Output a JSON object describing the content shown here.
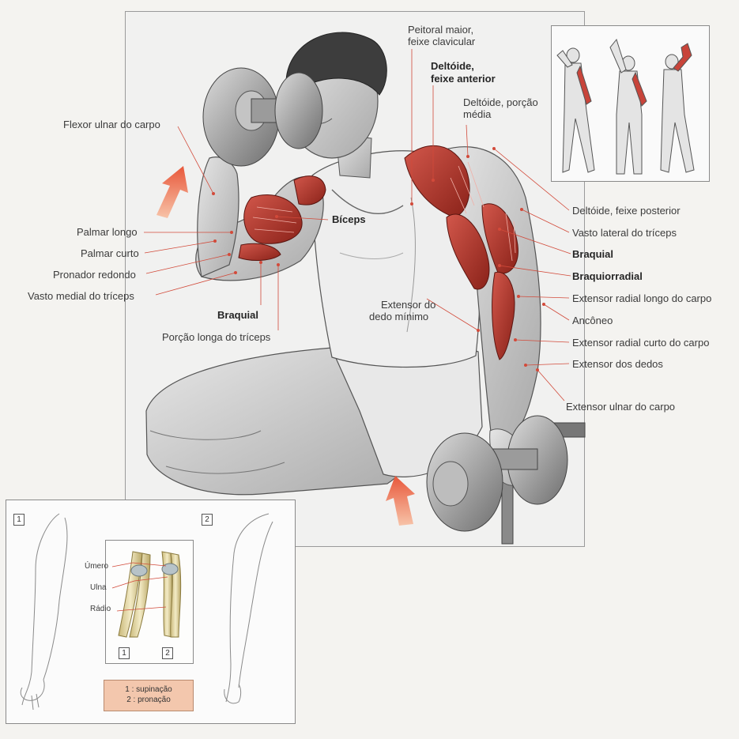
{
  "labels": {
    "flexor_ulnar": "Flexor ulnar do carpo",
    "palmar_longo": "Palmar longo",
    "palmar_curto": "Palmar curto",
    "pronador": "Pronador redondo",
    "vasto_medial": "Vasto medial do tríceps",
    "braquial_left": "Braquial",
    "porcao_longa": "Porção longa do tríceps",
    "biceps": "Bíceps",
    "peitoral_1": "Peitoral maior,",
    "peitoral_2": "feixe clavicular",
    "deltoide_ant_1": "Deltóide,",
    "deltoide_ant_2": "feixe anterior",
    "deltoide_med_1": "Deltóide, porção",
    "deltoide_med_2": "média",
    "deltoide_post": "Deltóide, feixe posterior",
    "vasto_lateral": "Vasto lateral do tríceps",
    "braquial_right": "Braquial",
    "braquiorradial": "Braquiorradial",
    "extensor_radial_longo": "Extensor radial longo do carpo",
    "anconeo": "Ancôneo",
    "extensor_radial_curto": "Extensor radial curto do carpo",
    "extensor_dedos": "Extensor dos dedos",
    "extensor_ulnar": "Extensor ulnar do carpo",
    "extensor_minimo_1": "Extensor do",
    "extensor_minimo_2": "dedo mínimo"
  },
  "inset_bottom": {
    "box1": "1",
    "box2": "2",
    "umero": "Úmero",
    "ulna": "Ulna",
    "radio": "Rádio",
    "bone1": "1",
    "bone2": "2",
    "legend_1": "1 : supinação",
    "legend_2": "2 : pronação"
  },
  "colors": {
    "muscle_red": "#b8352c",
    "arrow_orange": "#e8573a",
    "leader_red": "#d24a3a",
    "legend_fill": "#f3c7ad"
  }
}
